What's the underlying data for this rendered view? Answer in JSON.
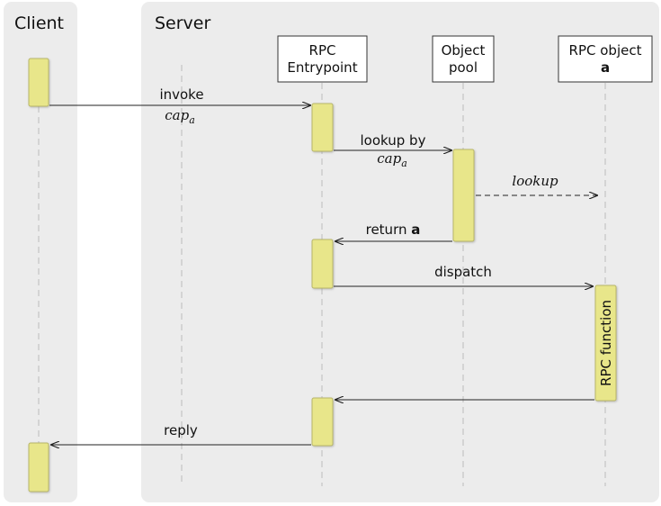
{
  "swimlanes": {
    "client": "Client",
    "server": "Server"
  },
  "participants": {
    "entrypoint": {
      "line1": "RPC",
      "line2": "Entrypoint"
    },
    "pool": {
      "line1": "Object",
      "line2": "pool"
    },
    "object": {
      "line1": "RPC object",
      "line2": "a"
    }
  },
  "messages": {
    "invoke": {
      "text": "invoke",
      "math": "cap",
      "sub": "a"
    },
    "lookup_by": {
      "text": "lookup by",
      "math": "cap",
      "sub": "a"
    },
    "lookup": "lookup",
    "return_a": {
      "text": "return ",
      "bold": "a"
    },
    "dispatch": "dispatch",
    "rpc_function": "RPC function",
    "reply": "reply"
  },
  "colors": {
    "panel": "#ececec",
    "activation": "#e8e68a",
    "activation_border": "#b8b668"
  }
}
